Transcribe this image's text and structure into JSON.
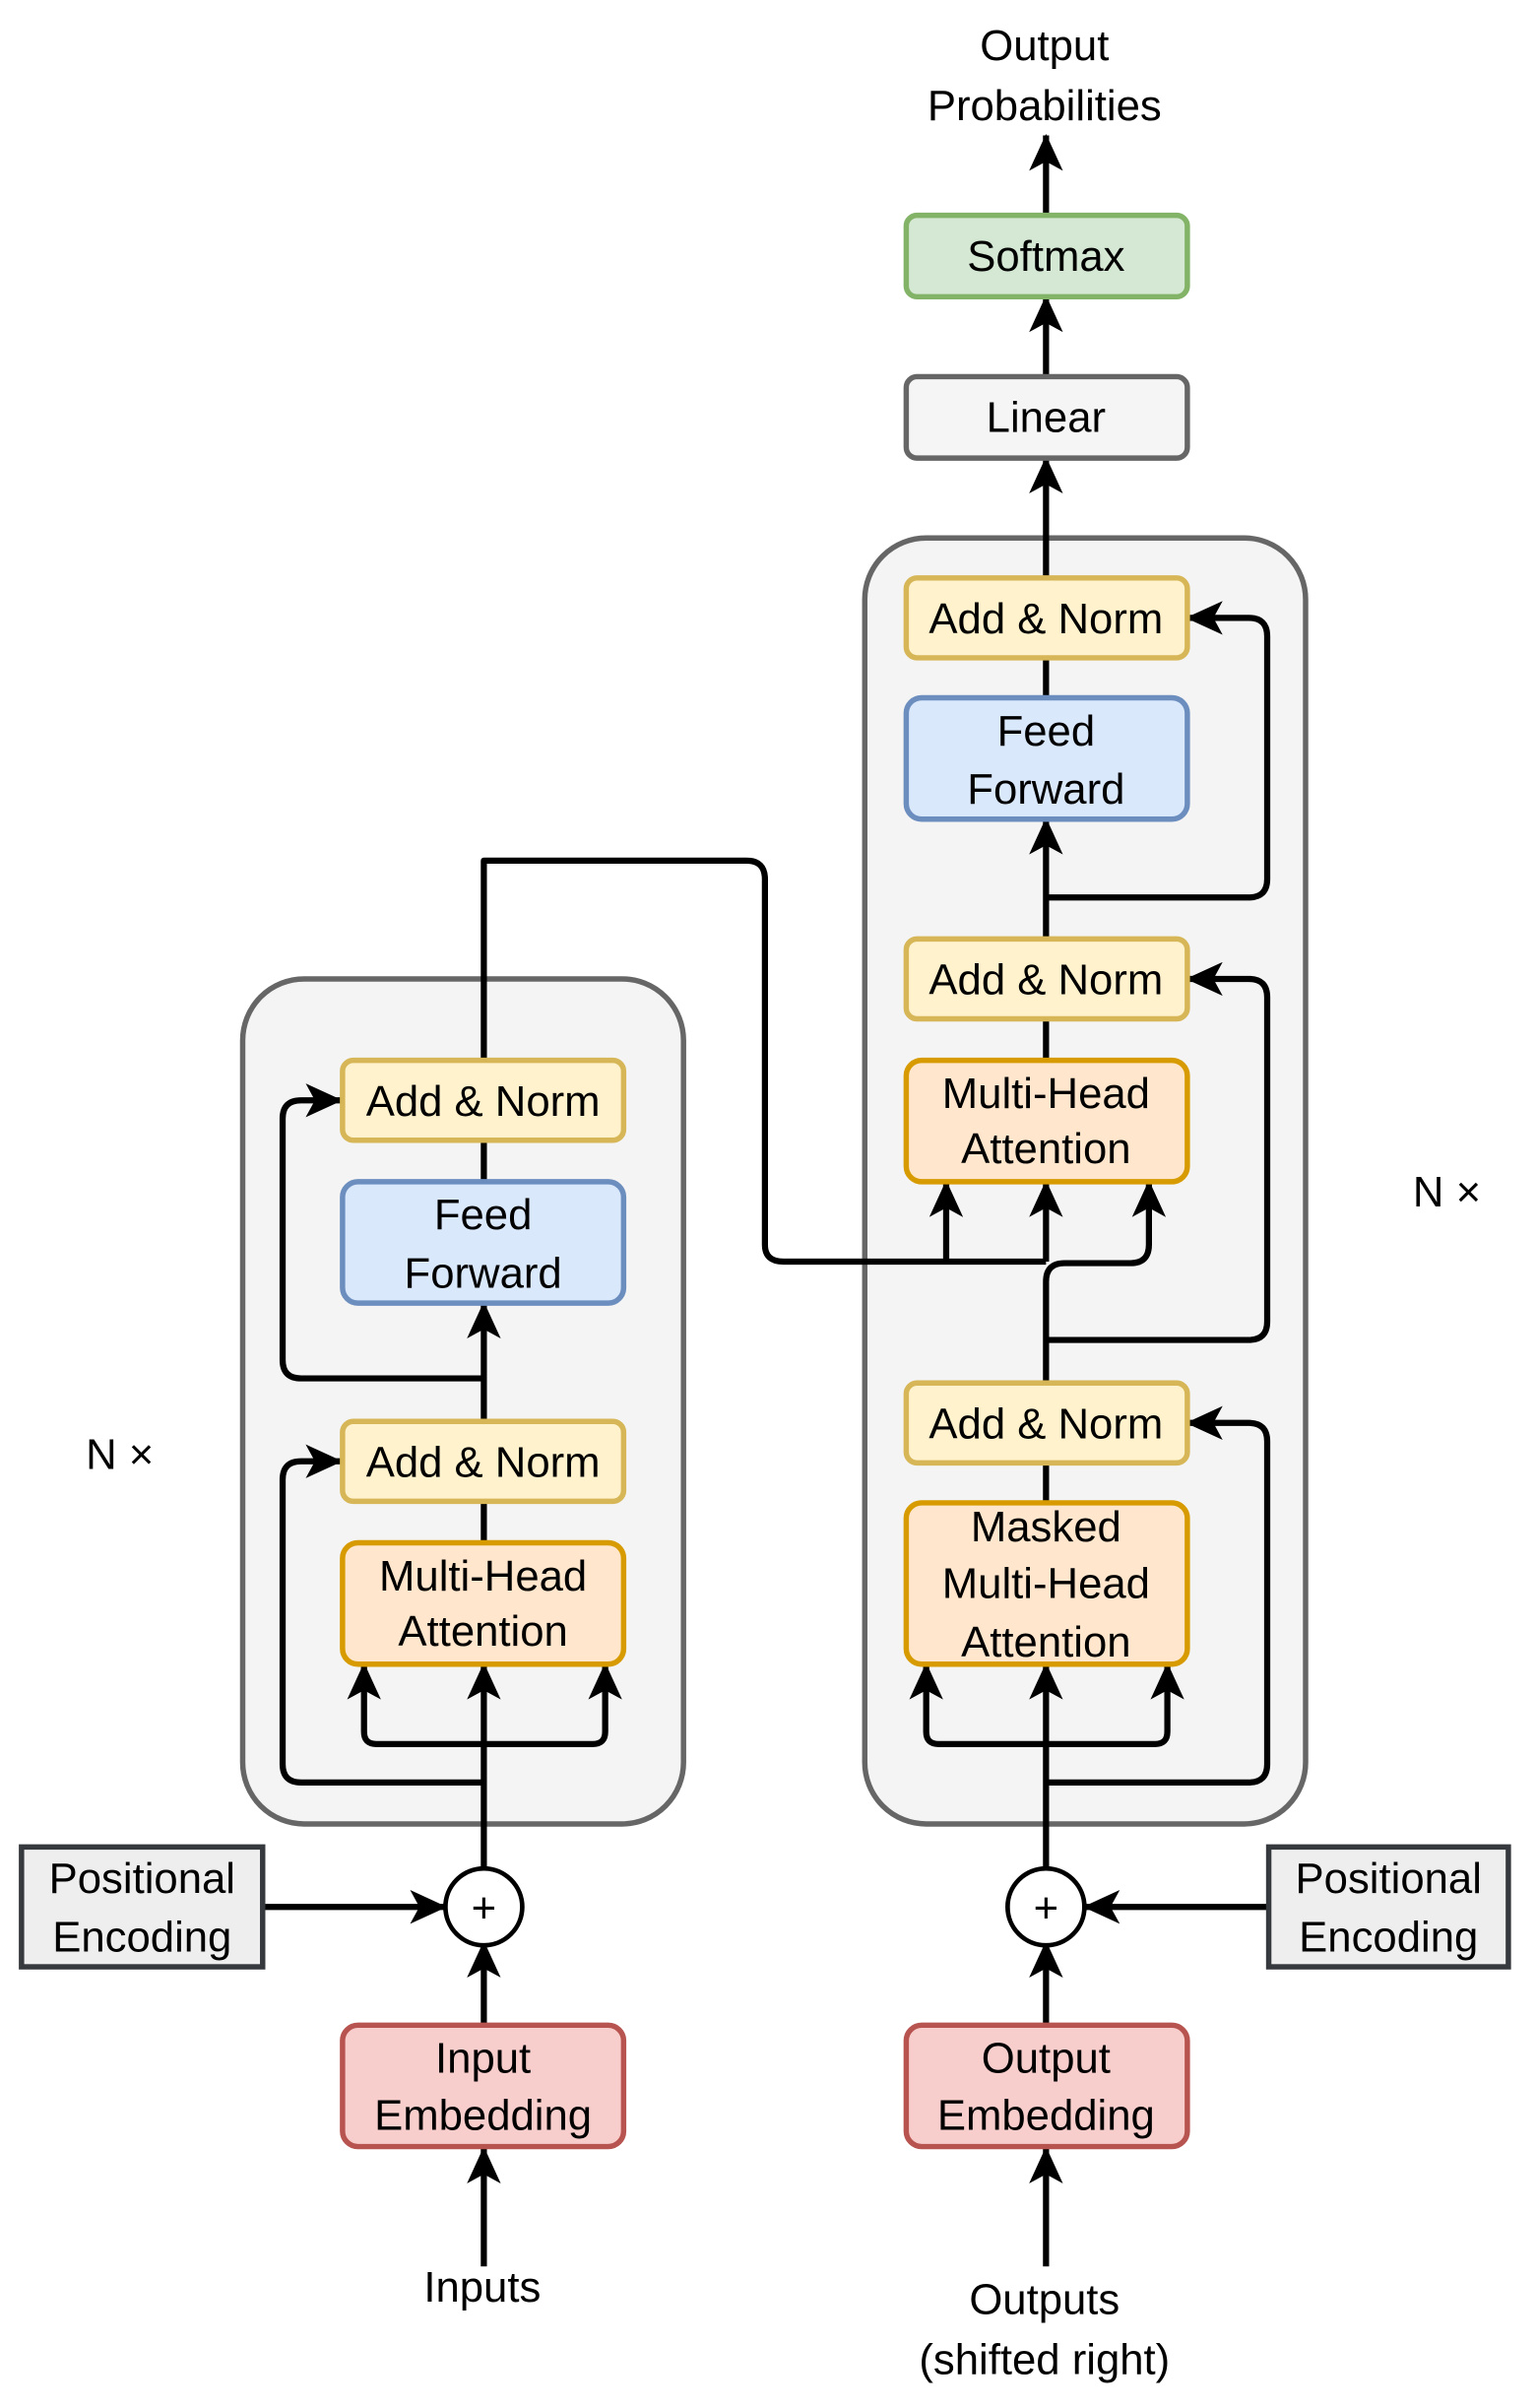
{
  "encoder": {
    "repeat_label": "N ×",
    "add_norm_top": "Add & Norm",
    "feed_forward": [
      "Feed",
      "Forward"
    ],
    "add_norm_bottom": "Add & Norm",
    "attention": [
      "Multi-Head",
      "Attention"
    ],
    "positional_encoding": [
      "Positional",
      "Encoding"
    ],
    "embedding": [
      "Input",
      "Embedding"
    ],
    "input_label": "Inputs",
    "sum_symbol": "+"
  },
  "decoder": {
    "repeat_label": "N ×",
    "add_norm_top": "Add & Norm",
    "feed_forward": [
      "Feed",
      "Forward"
    ],
    "add_norm_middle": "Add & Norm",
    "cross_attention": [
      "Multi-Head",
      "Attention"
    ],
    "add_norm_bottom": "Add & Norm",
    "masked_attention": [
      "Masked",
      "Multi-Head",
      "Attention"
    ],
    "positional_encoding": [
      "Positional",
      "Encoding"
    ],
    "embedding": [
      "Output",
      "Embedding"
    ],
    "input_label": [
      "Outputs",
      "(shifted right)"
    ],
    "sum_symbol": "+"
  },
  "head": {
    "linear": "Linear",
    "softmax": "Softmax",
    "output_label": [
      "Output",
      "Probabilities"
    ]
  },
  "colors": {
    "stack_fill": "#f4f4f4",
    "stack_stroke": "#666666",
    "add_norm_fill": "#fff2cc",
    "add_norm_stroke": "#d6b656",
    "feed_forward_fill": "#dae8fc",
    "feed_forward_stroke": "#6c8ebf",
    "attention_fill": "#ffe6cc",
    "attention_stroke": "#d79b00",
    "embedding_fill": "#f8cecc",
    "embedding_stroke": "#b85450",
    "softmax_fill": "#d5e8d4",
    "softmax_stroke": "#82b366",
    "linear_fill": "#f5f5f5",
    "linear_stroke": "#666666",
    "pos_enc_fill": "#eeeeee",
    "pos_enc_stroke": "#36393d"
  }
}
